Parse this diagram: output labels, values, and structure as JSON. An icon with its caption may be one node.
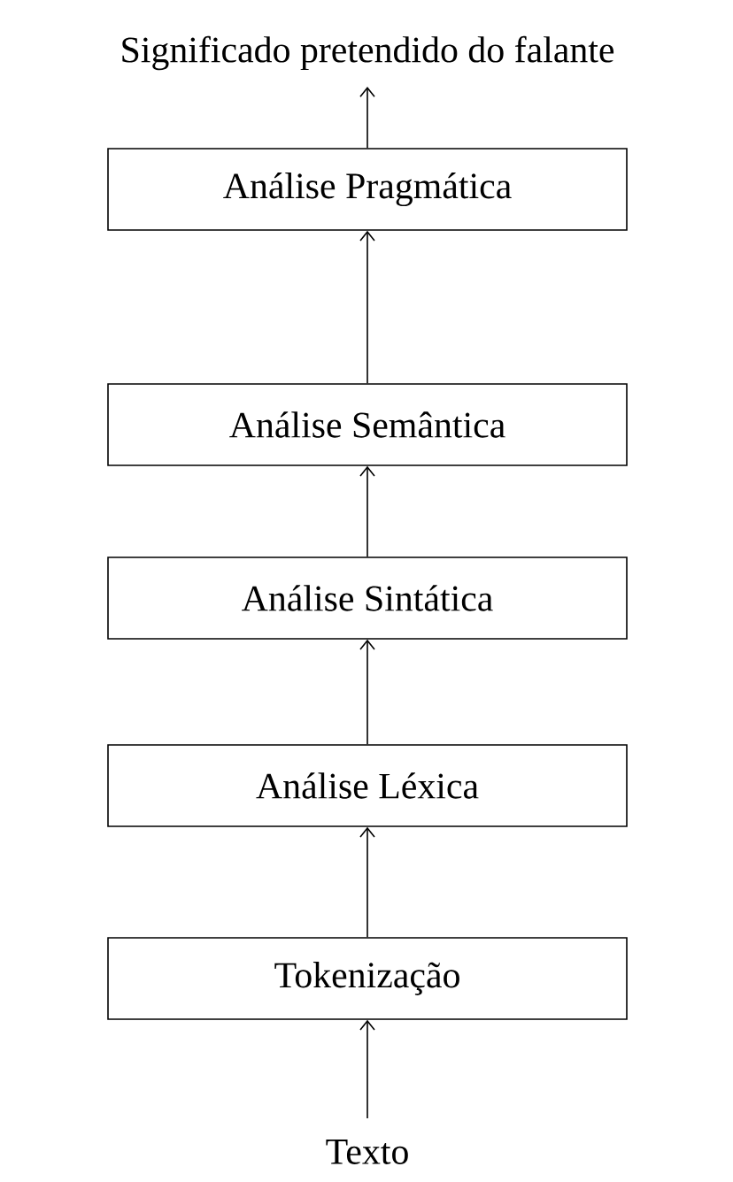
{
  "diagram": {
    "nodes": [
      {
        "text": [
          "Significado pretendido do falante"
        ]
      },
      {
        "text": [
          "Análise Pragmática"
        ]
      },
      {
        "text": [
          "Análise Semântica"
        ]
      },
      {
        "text": [
          "Análise Sintática"
        ]
      },
      {
        "text": [
          "Análise Léxica"
        ]
      },
      {
        "text": [
          "Tokenização"
        ]
      },
      {
        "text": [
          "Texto"
        ]
      }
    ],
    "edges": [
      {
        "from": 6,
        "to": 5,
        "arrow": "to"
      },
      {
        "from": 5,
        "to": 4,
        "arrow": "to"
      },
      {
        "from": 4,
        "to": 3,
        "arrow": "to"
      },
      {
        "from": 3,
        "to": 2,
        "arrow": "to"
      },
      {
        "from": 2,
        "to": 1,
        "arrow": "to"
      },
      {
        "from": 1,
        "to": 0,
        "arrow": "to"
      }
    ]
  }
}
